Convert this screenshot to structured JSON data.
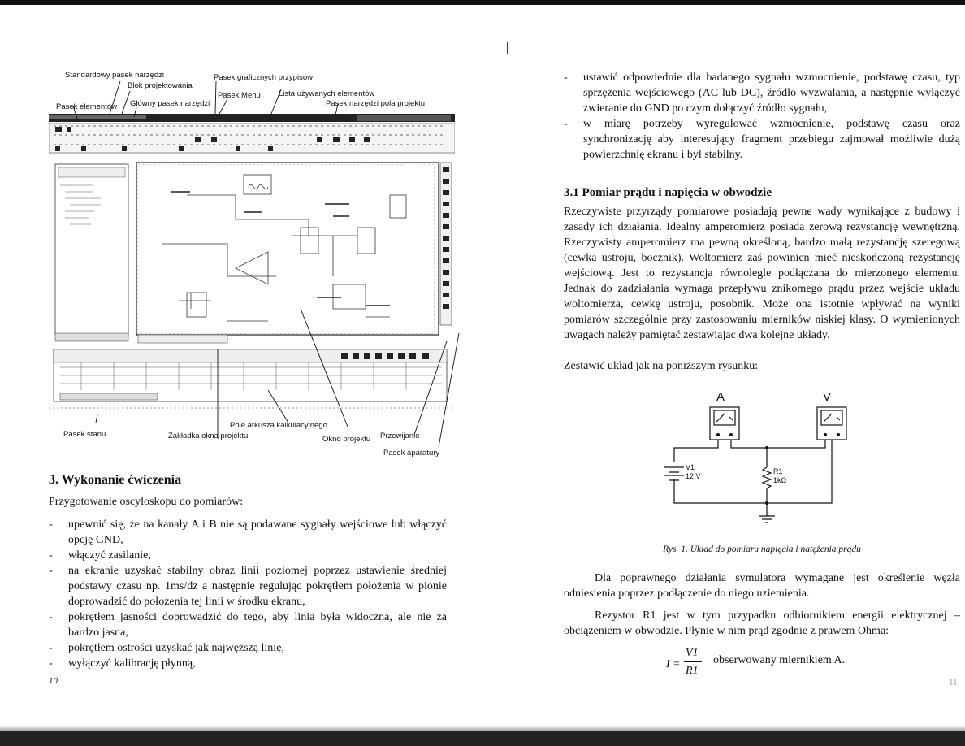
{
  "left_page": {
    "labels": {
      "standardowy": "Standardowy pasek narzędzi",
      "blok": "Blok projektowania",
      "elementow": "Pasek elementów",
      "glowny": "Główny pasek narzędzi",
      "graficznych": "Pasek graficznych przypisów",
      "menu": "Pasek Menu",
      "lista": "Lista używanych elementów",
      "pole_projektu": "Pasek narzędzi pola projektu",
      "stanu": "Pasek stanu",
      "zakladka": "Zakładka okna projektu",
      "pole_arkusza": "Pole arkusza kalkulacyjnego",
      "okno": "Okno projektu",
      "przewijanie": "Przewijanie",
      "operatury": "Pasek aparatury"
    },
    "heading": "3. Wykonanie ćwiczenia",
    "intro": "Przygotowanie oscyloskopu do pomiarów:",
    "bullets": [
      "upewnić się, że na kanały A i B nie są podawane sygnały wejściowe lub włączyć opcję GND,",
      "włączyć zasilanie,",
      "na ekranie uzyskać stabilny obraz linii poziomej poprzez ustawienie średniej podstawy czasu np. 1ms/dz a następnie regulując pokrętłem położenia w pionie doprowadzić do położenia tej linii w środku ekranu,",
      "pokrętłem jasności doprowadzić do tego, aby linia była widoczna, ale nie za bardzo jasna,",
      "pokrętłem ostrości uzyskać jak najwęższą linię,",
      "wyłączyć kalibrację płynną,"
    ],
    "page_number": "10"
  },
  "right_page": {
    "bullets": [
      "ustawić odpowiednie dla badanego sygnału wzmocnienie, podstawę czasu, typ sprzężenia wejściowego (AC lub DC), źródło wyzwalania, a następnie wyłączyć zwieranie do GND po czym dołączyć źródło sygnału,",
      "w miarę potrzeby wyregulować wzmocnienie, podstawę czasu oraz synchronizację aby interesujący fragment przebiegu zajmował możliwie dużą powierzchnię ekranu i był stabilny."
    ],
    "heading": "3.1 Pomiar prądu i napięcia w obwodzie",
    "paragraph1": "Rzeczywiste przyrządy pomiarowe posiadają pewne wady wynikające z budowy i zasady ich działania. Idealny amperomierz posiada zerową rezystancję wewnętrzną. Rzeczywisty amperomierz ma pewną określoną, bardzo małą rezystancję szeregową (cewka ustroju, bocznik). Woltomierz zaś powinien mieć nieskończoną rezystancję wejściową. Jest to rezystancja równolegle podłączana do mierzonego elementu. Jednak do zadziałania wymaga przepływu znikomego prądu przez wejście układu woltomierza, cewkę ustroju, posobnik. Może ona istotnie wpływać na wyniki pomiarów szczególnie przy zastosowaniu mierników niskiej klasy. O wymienionych uwagach należy pamiętać zestawiając dwa kolejne układy.",
    "paragraph2": "Zestawić układ jak na poniższym rysunku:",
    "circuit": {
      "meter_a": "A",
      "meter_v": "V",
      "source_name": "V1",
      "source_value": "12 V",
      "res_name": "R1",
      "res_value": "1kΩ"
    },
    "caption": "Rys. 1. Układ do pomiaru napięcia i natężenia prądu",
    "paragraph3": "Dla poprawnego działania symulatora wymagane jest określenie węzła odniesienia poprzez podłączenie do niego uziemienia.",
    "paragraph4": "Rezystor R1 jest w tym przypadku odbiornikiem energii elektrycznej – obciążeniem w obwodzie. Płynie w nim prąd zgodnie z prawem Ohma:",
    "formula": {
      "lhs": "I =",
      "num": "V1",
      "den": "R1",
      "text": "obserwowany miernikiem A."
    },
    "page_number": "11"
  }
}
